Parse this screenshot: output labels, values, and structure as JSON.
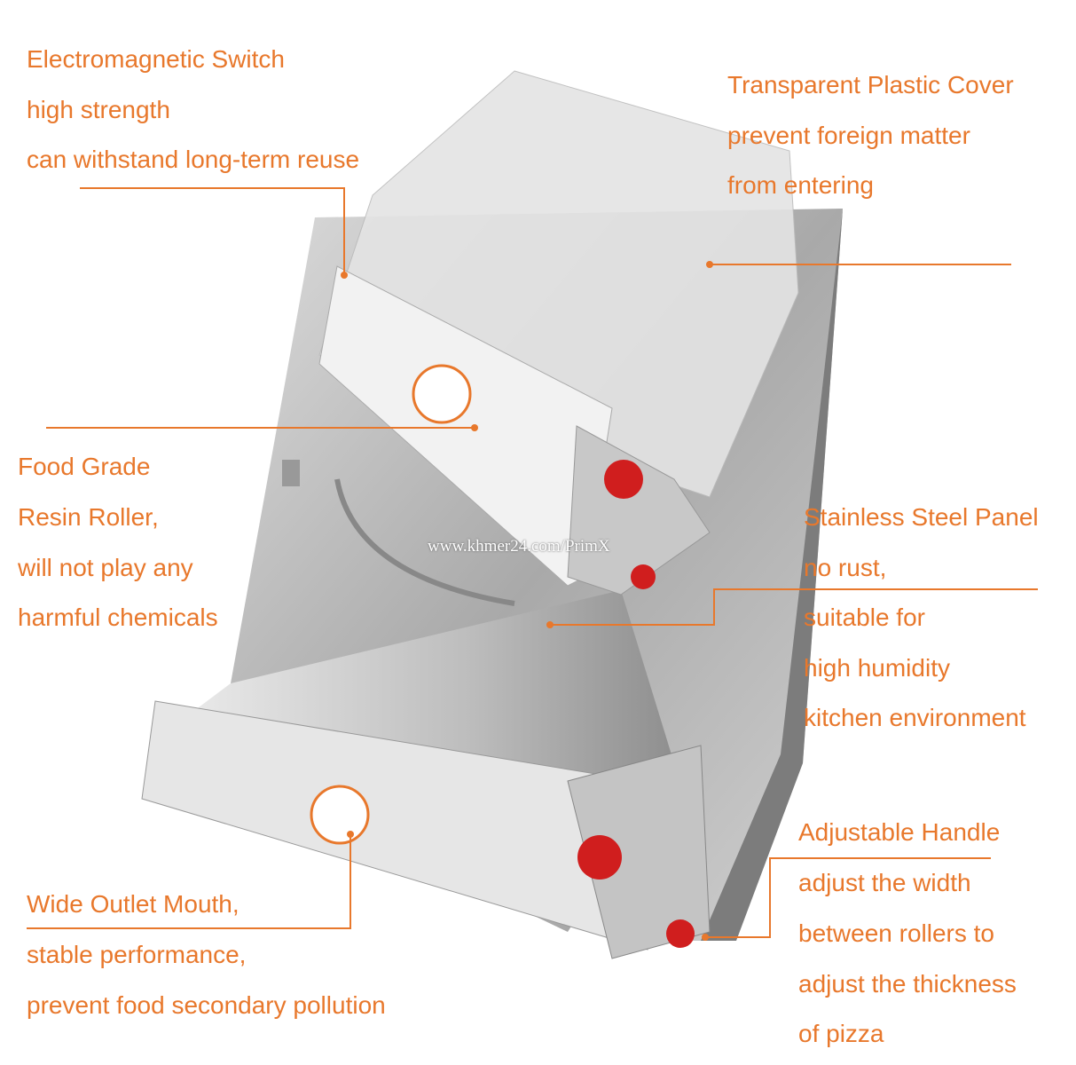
{
  "colors": {
    "accent": "#e8782c",
    "red": "#d01e1e"
  },
  "watermark": "www.khmer24.com/PrimX",
  "callouts": {
    "switch": [
      "Electromagnetic Switch",
      "high strength",
      "can withstand long-term reuse"
    ],
    "cover": [
      "Transparent Plastic Cover",
      "prevent foreign matter",
      "from entering"
    ],
    "roller": [
      "Food Grade",
      "Resin Roller,",
      "will not play any",
      "harmful chemicals"
    ],
    "panel": [
      "Stainless Steel Panel",
      "no rust,",
      "suitable for",
      "high humidity",
      "kitchen environment"
    ],
    "handle": [
      "Adjustable Handle",
      "adjust the width",
      "between rollers to",
      "adjust the thickness",
      "of pizza"
    ],
    "outlet": [
      "Wide Outlet Mouth,",
      "stable performance,",
      "prevent food secondary pollution"
    ]
  }
}
